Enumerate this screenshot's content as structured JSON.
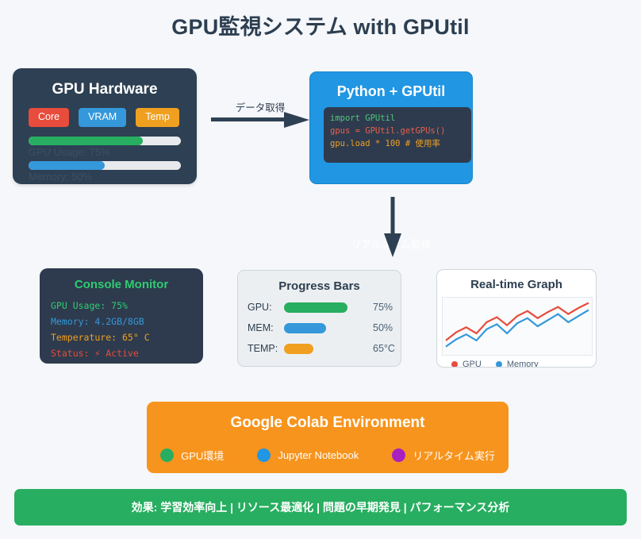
{
  "page": {
    "title": "GPU監視システム with GPUtil",
    "background_color": "#f5f7fa"
  },
  "gpu_hardware": {
    "title": "GPU Hardware",
    "badges": [
      {
        "label": "Core",
        "color": "#e74c3c"
      },
      {
        "label": "VRAM",
        "color": "#3498db"
      },
      {
        "label": "Temp",
        "color": "#f0a020"
      }
    ],
    "bars": [
      {
        "caption": "GPU Usage: 75%",
        "percent": 75,
        "color": "#27ae60"
      },
      {
        "caption": "Memory: 50%",
        "percent": 50,
        "color": "#3498db"
      }
    ]
  },
  "flow": {
    "horizontal_arrow_label": "データ取得"
  },
  "python_card": {
    "title": "Python + GPUtil",
    "code_lines": [
      "import GPUtil",
      "gpus = GPUtil.getGPUs()",
      "gpu.load * 100 # 使用率"
    ],
    "caption": "リアルタイム監視"
  },
  "console_monitor": {
    "title": "Console Monitor",
    "lines": [
      "GPU Usage: 75%",
      "Memory: 4.2GB/8GB",
      "Temperature: 65° C",
      "Status: ⚡ Active"
    ]
  },
  "progress_bars": {
    "title": "Progress Bars",
    "rows": [
      {
        "label": "GPU:",
        "value": "75%",
        "percent": 75,
        "color": "#27ae60"
      },
      {
        "label": "MEM:",
        "value": "50%",
        "percent": 50,
        "color": "#3498db"
      },
      {
        "label": "TEMP:",
        "value": "65°C",
        "percent": 35,
        "color": "#f0a020"
      }
    ]
  },
  "realtime_graph": {
    "title": "Real-time Graph",
    "legend": [
      {
        "label": "GPU",
        "color": "#e74c3c"
      },
      {
        "label": "Memory",
        "color": "#3498db"
      }
    ]
  },
  "chart_data": {
    "type": "line",
    "title": "Real-time Graph",
    "xlabel": "",
    "ylabel": "",
    "grid": false,
    "legend_position": "bottom-left",
    "x": [
      0,
      1,
      2,
      3,
      4,
      5,
      6,
      7,
      8,
      9,
      10,
      11,
      12,
      13,
      14
    ],
    "ylim": [
      0,
      100
    ],
    "series": [
      {
        "name": "GPU",
        "color": "#e74c3c",
        "values": [
          22,
          38,
          48,
          36,
          58,
          68,
          52,
          70,
          80,
          66,
          78,
          88,
          74,
          86,
          96
        ]
      },
      {
        "name": "Memory",
        "color": "#3498db",
        "values": [
          10,
          24,
          34,
          22,
          44,
          54,
          36,
          56,
          66,
          50,
          62,
          74,
          58,
          70,
          82
        ]
      }
    ]
  },
  "colab": {
    "title": "Google Colab Environment",
    "items": [
      {
        "label": "GPU環境",
        "color": "#27ae60"
      },
      {
        "label": "Jupyter Notebook",
        "color": "#2196e3"
      },
      {
        "label": "リアルタイム実行",
        "color": "#a820c0"
      }
    ]
  },
  "footer": {
    "text": "効果: 学習効率向上 | リソース最適化 | 問題の早期発見 | パフォーマンス分析",
    "color": "#27ae60"
  }
}
